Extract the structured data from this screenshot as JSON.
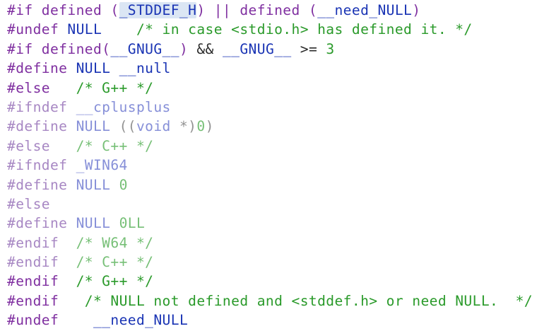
{
  "colors": {
    "directive": "#7f2fa0",
    "comment": "#2a9a2a",
    "macro": "#1a34b4",
    "keyword": "#1a34b4",
    "number": "#2a9a2a",
    "selection_highlight": "#dbe6f4",
    "background": "#ffffff"
  },
  "lines": [
    {
      "inactive": false,
      "tokens": [
        {
          "t": "#if",
          "k": "directive"
        },
        {
          "t": " defined (",
          "k": "directive"
        },
        {
          "t": "_STDDEF_H",
          "k": "macro",
          "h": true
        },
        {
          "t": ") || defined (",
          "k": "directive"
        },
        {
          "t": "__need_NULL",
          "k": "macro"
        },
        {
          "t": ")",
          "k": "directive"
        }
      ]
    },
    {
      "inactive": false,
      "tokens": [
        {
          "t": "#undef",
          "k": "directive"
        },
        {
          "t": " NULL",
          "k": "macro"
        },
        {
          "t": "    ",
          "k": "plain"
        },
        {
          "t": "/* in case <stdio.h> has defined it. */",
          "k": "comment"
        }
      ]
    },
    {
      "inactive": false,
      "tokens": [
        {
          "t": "#if",
          "k": "directive"
        },
        {
          "t": " defined(",
          "k": "directive"
        },
        {
          "t": "__GNUG__",
          "k": "macro"
        },
        {
          "t": ") ",
          "k": "directive"
        },
        {
          "t": "&&",
          "k": "op"
        },
        {
          "t": " ",
          "k": "plain"
        },
        {
          "t": "__GNUG__",
          "k": "macro"
        },
        {
          "t": " ",
          "k": "plain"
        },
        {
          "t": ">=",
          "k": "op"
        },
        {
          "t": " ",
          "k": "plain"
        },
        {
          "t": "3",
          "k": "number"
        }
      ]
    },
    {
      "inactive": false,
      "tokens": [
        {
          "t": "#define",
          "k": "directive"
        },
        {
          "t": " NULL",
          "k": "macro"
        },
        {
          "t": " ",
          "k": "plain"
        },
        {
          "t": "__null",
          "k": "keyword"
        }
      ]
    },
    {
      "inactive": false,
      "tokens": [
        {
          "t": "#else",
          "k": "directive"
        },
        {
          "t": "   ",
          "k": "plain"
        },
        {
          "t": "/* G++ */",
          "k": "comment"
        }
      ]
    },
    {
      "inactive": true,
      "tokens": [
        {
          "t": "#ifndef",
          "k": "directive"
        },
        {
          "t": " ",
          "k": "plain"
        },
        {
          "t": "__cplusplus",
          "k": "macro"
        }
      ]
    },
    {
      "inactive": true,
      "tokens": [
        {
          "t": "#define",
          "k": "directive"
        },
        {
          "t": " NULL",
          "k": "macro"
        },
        {
          "t": " ",
          "k": "plain"
        },
        {
          "t": "((",
          "k": "punct"
        },
        {
          "t": "void",
          "k": "keyword"
        },
        {
          "t": " *)",
          "k": "punct"
        },
        {
          "t": "0",
          "k": "number"
        },
        {
          "t": ")",
          "k": "punct"
        }
      ]
    },
    {
      "inactive": true,
      "tokens": [
        {
          "t": "#else",
          "k": "directive"
        },
        {
          "t": "   ",
          "k": "plain"
        },
        {
          "t": "/* C++ */",
          "k": "comment"
        }
      ]
    },
    {
      "inactive": true,
      "tokens": [
        {
          "t": "#ifndef",
          "k": "directive"
        },
        {
          "t": " ",
          "k": "plain"
        },
        {
          "t": "_WIN64",
          "k": "macro"
        }
      ]
    },
    {
      "inactive": true,
      "tokens": [
        {
          "t": "#define",
          "k": "directive"
        },
        {
          "t": " NULL",
          "k": "macro"
        },
        {
          "t": " ",
          "k": "plain"
        },
        {
          "t": "0",
          "k": "number"
        }
      ]
    },
    {
      "inactive": true,
      "tokens": [
        {
          "t": "#else",
          "k": "directive"
        }
      ]
    },
    {
      "inactive": true,
      "tokens": [
        {
          "t": "#define",
          "k": "directive"
        },
        {
          "t": " NULL",
          "k": "macro"
        },
        {
          "t": " ",
          "k": "plain"
        },
        {
          "t": "0LL",
          "k": "number"
        }
      ]
    },
    {
      "inactive": true,
      "tokens": [
        {
          "t": "#endif",
          "k": "directive"
        },
        {
          "t": "  ",
          "k": "plain"
        },
        {
          "t": "/* W64 */",
          "k": "comment"
        }
      ]
    },
    {
      "inactive": true,
      "tokens": [
        {
          "t": "#endif",
          "k": "directive"
        },
        {
          "t": "  ",
          "k": "plain"
        },
        {
          "t": "/* C++ */",
          "k": "comment"
        }
      ]
    },
    {
      "inactive": false,
      "tokens": [
        {
          "t": "#endif",
          "k": "directive"
        },
        {
          "t": "  ",
          "k": "plain"
        },
        {
          "t": "/* G++ */",
          "k": "comment"
        }
      ]
    },
    {
      "inactive": false,
      "tokens": [
        {
          "t": "#endif",
          "k": "directive"
        },
        {
          "t": "   ",
          "k": "plain"
        },
        {
          "t": "/* NULL not defined and <stddef.h> or need NULL.  */",
          "k": "comment"
        }
      ]
    },
    {
      "inactive": false,
      "tokens": [
        {
          "t": "#undef",
          "k": "directive"
        },
        {
          "t": "    ",
          "k": "plain"
        },
        {
          "t": "__need_NULL",
          "k": "macro"
        }
      ]
    }
  ]
}
